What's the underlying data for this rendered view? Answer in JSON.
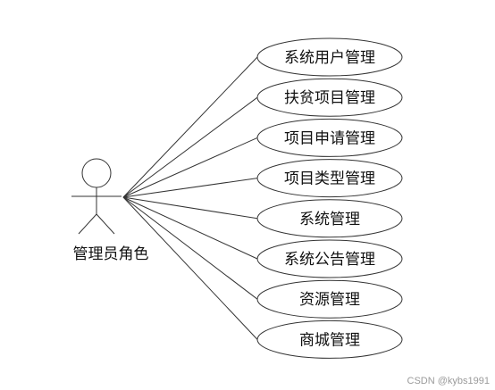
{
  "actor": {
    "label": "管理员角色"
  },
  "use_cases": [
    {
      "label": "系统用户管理"
    },
    {
      "label": "扶贫项目管理"
    },
    {
      "label": "项目申请管理"
    },
    {
      "label": "项目类型管理"
    },
    {
      "label": "系统管理"
    },
    {
      "label": "系统公告管理"
    },
    {
      "label": "资源管理"
    },
    {
      "label": "商城管理"
    }
  ],
  "watermark": "CSDN @kybs1991"
}
